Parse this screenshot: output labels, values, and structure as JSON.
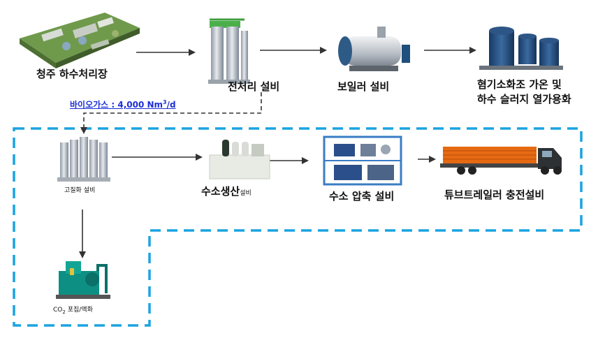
{
  "nodes": {
    "cheongju": {
      "label": "청주 하수처리장",
      "icon": "wastewater-plant-aerial-photo"
    },
    "pretreat": {
      "label": "전처리 설비",
      "icon": "pretreatment-tower"
    },
    "boiler": {
      "label": "보일러 설비",
      "icon": "boiler"
    },
    "digester": {
      "line1": "혐기소화조 가온 및",
      "line2": "하수 슬러지 열가용화",
      "icon": "digester-tanks"
    },
    "upgrade": {
      "label": "고질화 설비",
      "icon": "upgrading-columns"
    },
    "h2prod": {
      "label_main": "수소생산",
      "label_sub": "설비",
      "icon": "hydrogen-generator"
    },
    "h2comp": {
      "label": "수소 압축 설비",
      "icon": "compressor-skid"
    },
    "trailer": {
      "label": "튜브트레일러 충전설비",
      "icon": "tube-trailer-truck"
    },
    "co2": {
      "label_pre": "CO",
      "label_subscript": "2",
      "label_post": " 포집/액화",
      "icon": "co2-capture-unit"
    }
  },
  "biogas": {
    "text_pre": "바이오가스 : 4,000 Nm",
    "text_sup": "3",
    "text_post": "/d"
  },
  "colors": {
    "arrow": "#333333",
    "dashed_box": "#1aa3e0",
    "biogas_text": "#1b2fd6",
    "teal_equipment": "#0e8f84",
    "trailer_orange": "#e66a12"
  }
}
